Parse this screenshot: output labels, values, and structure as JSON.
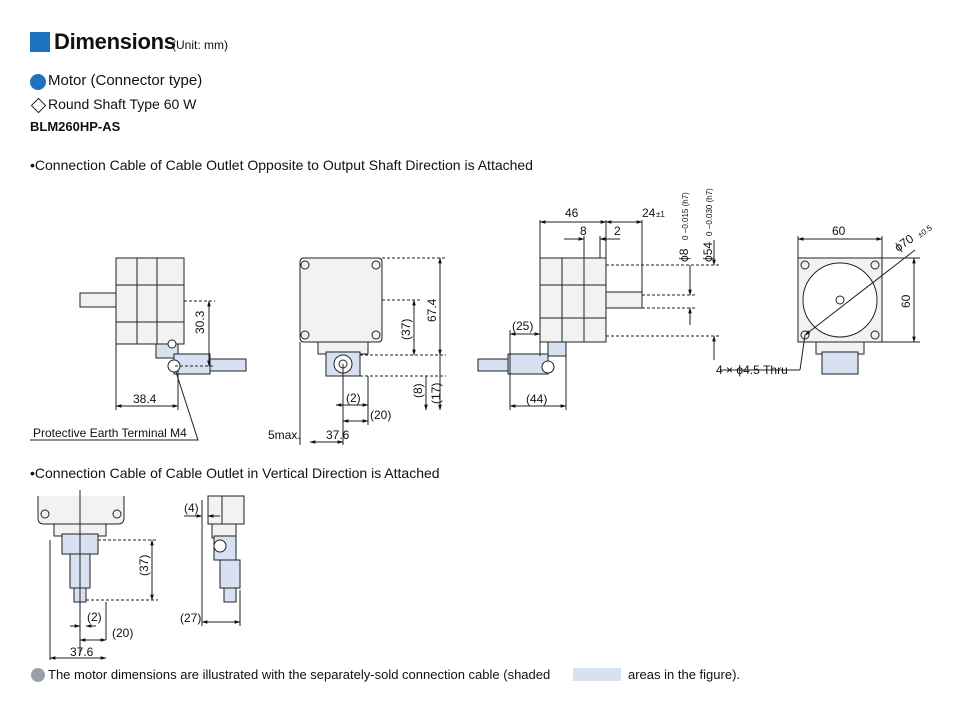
{
  "header": {
    "title": "Dimensions",
    "unit": "(Unit: mm)"
  },
  "product": {
    "motor_type": "Motor (Connector type)",
    "shaft_type": "Round Shaft Type 60 W",
    "model": "BLM260HP-AS"
  },
  "sections": {
    "opposite": "Connection Cable of Cable Outlet Opposite to Output Shaft Direction is Attached",
    "vertical": "Connection Cable of Cable Outlet in Vertical Direction is Attached"
  },
  "drawing1": {
    "dim_30_3": "30.3",
    "dim_38_4": "38.4",
    "pe_label": "Protective Earth Terminal M4"
  },
  "drawing2": {
    "dim_37": "(37)",
    "dim_67_4": "67.4",
    "dim_8": "(8)",
    "dim_17": "(17)",
    "dim_2": "(2)",
    "dim_20": "(20)",
    "dim_5max": "5max.",
    "dim_37_6": "37.6"
  },
  "drawing3": {
    "dim_46": "46",
    "dim_8": "8",
    "dim_2": "2",
    "dim_24": "24",
    "dim_24_tol": "±1",
    "dim_phi8": "ϕ8",
    "dim_phi8_tol": "0 −0.015 (h7)",
    "dim_phi54": "ϕ54",
    "dim_phi54_tol": "0 −0.030 (h7)",
    "dim_25": "(25)",
    "dim_44": "(44)"
  },
  "drawing4": {
    "dim_60_w": "60",
    "dim_60_h": "60",
    "dim_phi70": "ϕ70",
    "dim_phi70_tol": "±0.5",
    "holes": "4 × ϕ4.5 Thru"
  },
  "drawing5": {
    "dim_37": "(37)",
    "dim_2": "(2)",
    "dim_20": "(20)",
    "dim_37_6": "37.6"
  },
  "drawing6": {
    "dim_4": "(4)",
    "dim_27": "(27)"
  },
  "note": {
    "text_a": "The motor dimensions are illustrated with the separately-sold connection cable (shaded",
    "text_b": "areas in the figure)."
  },
  "colors": {
    "accent": "#1e73be",
    "shade": "#d7e1f1",
    "body": "#f2f2f2"
  }
}
